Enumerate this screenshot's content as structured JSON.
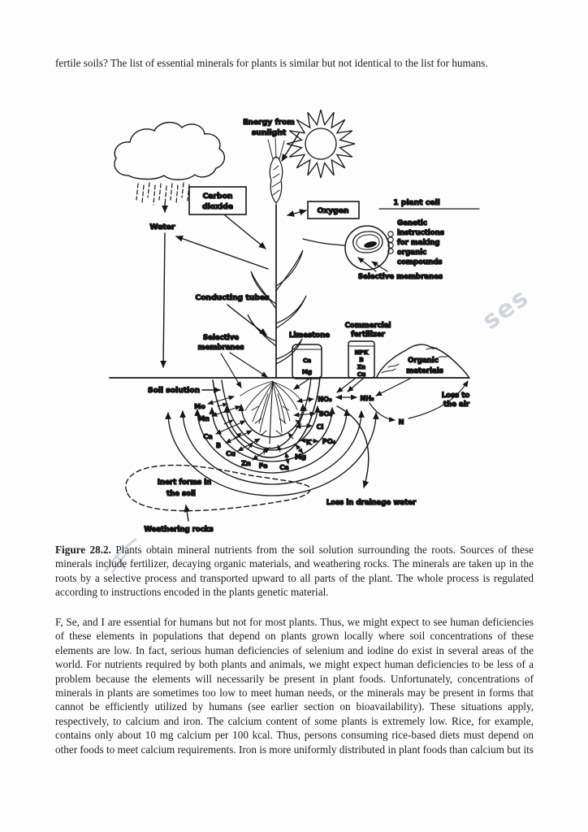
{
  "page": {
    "intro_text": "fertile soils? The list of essential minerals for plants is similar but not identical to the list for humans.",
    "caption_label": "Figure 28.2.",
    "caption_text": " Plants obtain mineral nutrients from the soil solution surrounding the roots. Sources of these minerals include fertilizer, decaying organic materials, and weathering rocks. The minerals are taken up in the roots by a selective process and transported upward to all parts of the plant. The whole process is regulated according to instructions encoded in the plants genetic material.",
    "body_text": "F, Se, and I are essential for humans but not for most plants. Thus, we might expect to see human deficiencies of these elements in populations that depend on plants grown locally where soil concentrations of these elements are low. In fact, serious human deficiencies of selenium and iodine do exist in several areas of the world. For nutrients required by both plants and animals, we might expect human deficiencies to be less of a problem because the elements will necessarily be present in plant foods. Unfortunately, concentrations of minerals in plants are sometimes too low to meet human needs, or the minerals may be present in forms that cannot be efficiently utilized by humans (see earlier section on bioavailability). These situations apply, respectively, to calcium and iron. The calcium content of some plants is extremely low. Rice, for example, contains only about 10 mg calcium per 100 kcal. Thus, persons consuming rice-based diets must depend on other foods to meet calcium requirements. Iron is more uniformly distributed in plant foods than calcium but its"
  },
  "watermark": {
    "fragment": "ses"
  },
  "figure": {
    "energy": [
      "Energy from",
      "sunlight"
    ],
    "co2": [
      "Carbon",
      "dioxide"
    ],
    "oxygen": "Oxygen",
    "water": "Water",
    "plant_cell": "1 plant cell",
    "genetic": [
      "Genetic",
      "instructions",
      "for making",
      "organic",
      "compounds"
    ],
    "selective_membranes": "Selective membranes",
    "selective_membranes_2": [
      "Selective",
      "membranes"
    ],
    "conducting_tubes": "Conducting tubes",
    "limestone": "Limestone",
    "limestone_contents": [
      "Ca",
      "Mg"
    ],
    "fertilizer": [
      "Commercial",
      "fertilizer"
    ],
    "fertilizer_contents": [
      "NPK",
      "B",
      "Zn",
      "Cu"
    ],
    "organic_materials": [
      "Organic",
      "materials"
    ],
    "soil_solution": "Soil solution",
    "loss_to_air": [
      "Loss to",
      "the air"
    ],
    "loss_drainage": "Loss in drainage water",
    "inert_forms": [
      "Inert forms in",
      "the soil"
    ],
    "weathering_rocks": "Weathering rocks",
    "cations": [
      "Mo",
      "Mn",
      "Ca",
      "B",
      "Cu",
      "Zn",
      "Fe",
      "Ca",
      "Mg",
      "K"
    ],
    "anions": [
      "NO₃",
      "SO₄",
      "Cl",
      "PO₄"
    ],
    "nh3": "NH₃",
    "n": "N"
  }
}
